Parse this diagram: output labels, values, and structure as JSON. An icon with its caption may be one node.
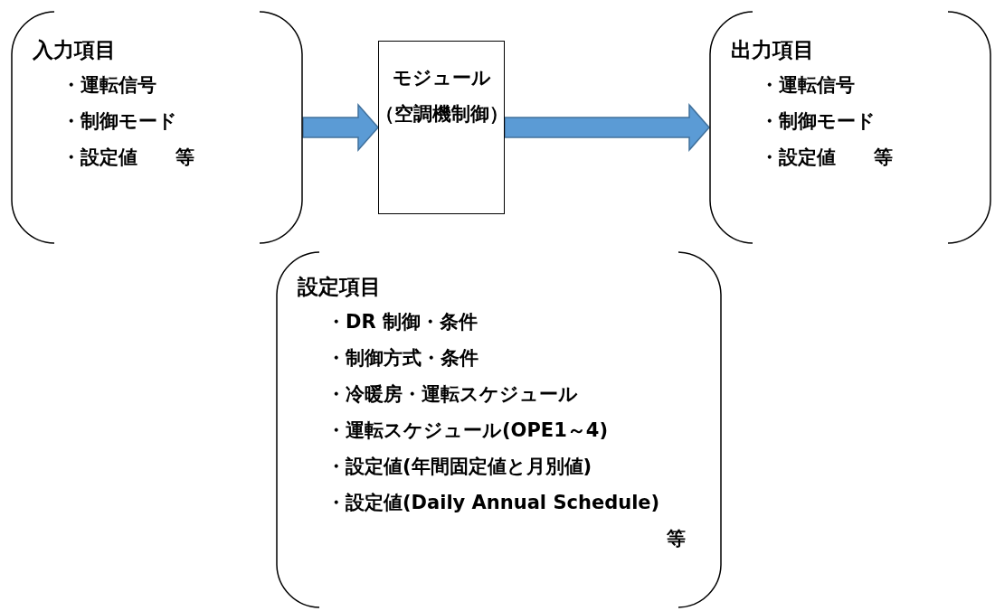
{
  "diagram": {
    "nodes": [
      {
        "text": [
          "入力項目",
          "・運転信号",
          "・制御モード",
          "・設定値　　等"
        ]
      },
      {
        "text": [
          "モジュール",
          "（空調機制御）"
        ]
      },
      {
        "text": [
          "出力項目",
          "・運転信号",
          "・制御モード",
          "・設定値　　等"
        ]
      },
      {
        "text": [
          "設定項目",
          "・DR 制御・条件",
          "・制御方式・条件",
          "・冷暖房・運転スケジュール",
          "・運転スケジュール(OPE1～4)",
          "・設定値(年間固定値と月別値)",
          "・設定値(Daily Annual Schedule)",
          "等"
        ]
      }
    ],
    "edges": [
      {
        "from": 0,
        "to": 1,
        "arrow": "to"
      },
      {
        "from": 1,
        "to": 2,
        "arrow": "to"
      }
    ]
  }
}
